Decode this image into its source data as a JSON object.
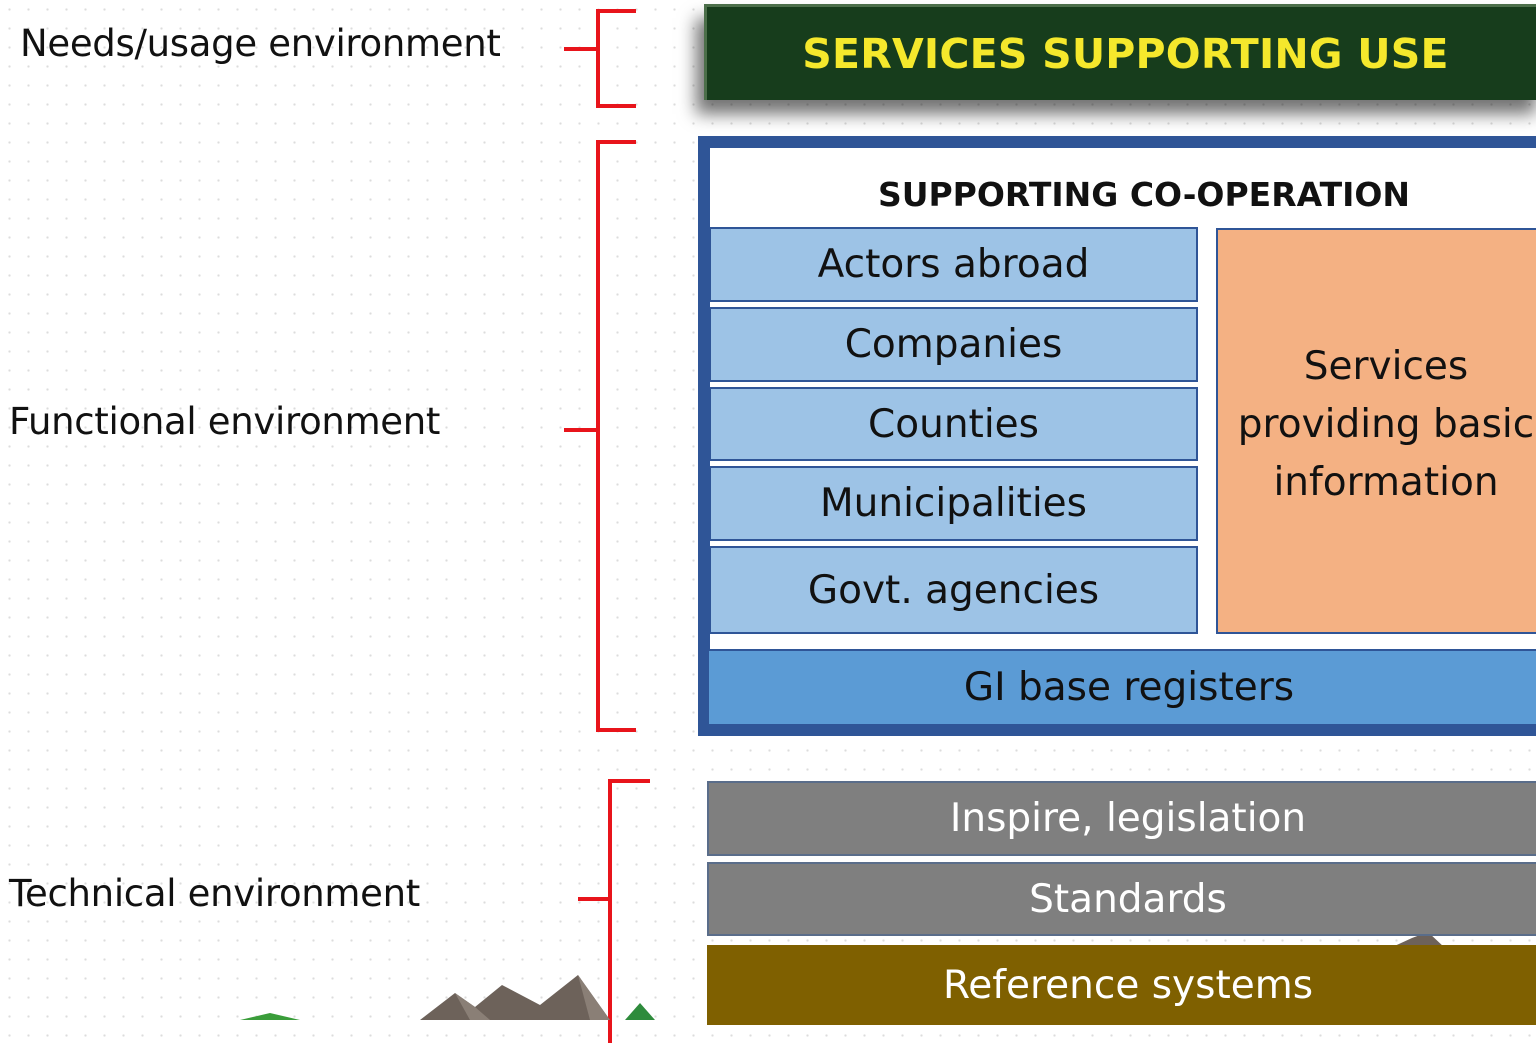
{
  "labels": {
    "needs": "Needs/usage environment",
    "functional": "Functional environment",
    "technical": "Technical environment"
  },
  "banner": {
    "text": "SERVICES SUPPORTING USE"
  },
  "cooperation": {
    "title": "SUPPORTING CO-OPERATION",
    "actors": [
      "Actors abroad",
      "Companies",
      "Counties",
      "Municipalities",
      "Govt. agencies"
    ],
    "services": "Services providing basic information",
    "gi": "GI base registers"
  },
  "technical_layers": [
    "Inspire, legislation",
    "Standards",
    "Reference systems"
  ],
  "colors": {
    "bracket": "#e8141b",
    "banner_bg": "#173d1c",
    "banner_text": "#f5e82c",
    "frame": "#2f5597",
    "actor_fill": "#9dc3e6",
    "services_fill": "#f4b183",
    "gi_fill": "#5b9bd5",
    "tech_gray": "#7f7f7f",
    "reference_fill": "#7f6000"
  }
}
